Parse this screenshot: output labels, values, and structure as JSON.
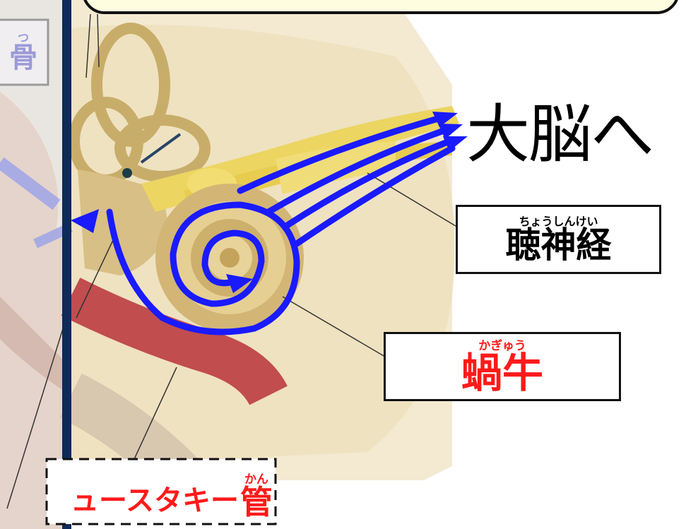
{
  "left_panel": {
    "ruby": "つ",
    "partial_text": "骨"
  },
  "labels": {
    "brain": {
      "text": "大脳へ"
    },
    "auditory_nerve": {
      "ruby": "ちょうしんけい",
      "text": "聴神経"
    },
    "cochlea": {
      "ruby": "かぎゅう",
      "text": "蝸牛"
    },
    "eustachian_tube": {
      "text": "ュースタキー",
      "kanji_ruby": "かん",
      "kanji": "管"
    }
  },
  "colors": {
    "arrow": "#1a1aff",
    "nerve": "#e8d25a",
    "bone": "#d9c48a",
    "red_label": "#ff1a1a",
    "border": "#111111",
    "top_box_fill": "#fffde0",
    "left_bar": "#0d2a5a"
  }
}
